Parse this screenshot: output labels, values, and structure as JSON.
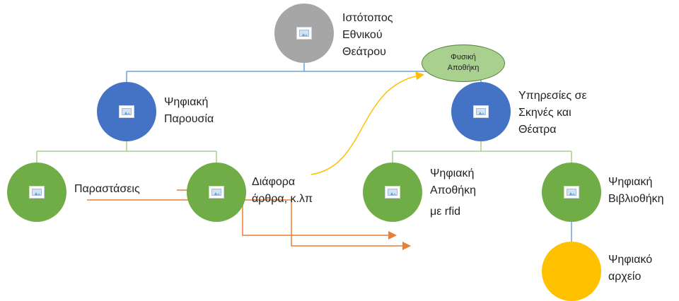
{
  "nodes": {
    "root": {
      "lines": [
        "Ιστότοπος",
        "Εθνικού",
        "Θεάτρου"
      ]
    },
    "digital_presence": {
      "lines": [
        "Ψηφιακή",
        "Παρουσία"
      ]
    },
    "services": {
      "lines": [
        "Υπηρεσίες σε",
        "Σκηνές και",
        "Θέατρα"
      ]
    },
    "performances": {
      "label": "Παραστάσεις"
    },
    "articles": {
      "lines": [
        "Διάφορα",
        "άρθρα, κ.λπ"
      ]
    },
    "digital_storage": {
      "lines": [
        "Ψηφιακή",
        "Αποθήκη",
        "με rfid"
      ]
    },
    "digital_library": {
      "lines": [
        "Ψηφιακή",
        "Βιβλιοθήκη"
      ]
    },
    "digital_archive": {
      "lines": [
        "Ψηφιακό",
        "αρχείο"
      ]
    }
  },
  "physical_storage": {
    "lines": [
      "Φυσική",
      "Αποθήκη"
    ]
  },
  "icon": "picture-placeholder-icon",
  "colors": {
    "root": "#a6a6a6",
    "level1": "#4472c4",
    "level2": "#70ad47",
    "archive": "#ffc000",
    "physical_storage_fill": "#a9d08e",
    "connector": "#70a0d8",
    "branch_connector": "#a9d08e",
    "arrow_orange": "#ed7d31",
    "arrow_yellow": "#ffc000"
  }
}
